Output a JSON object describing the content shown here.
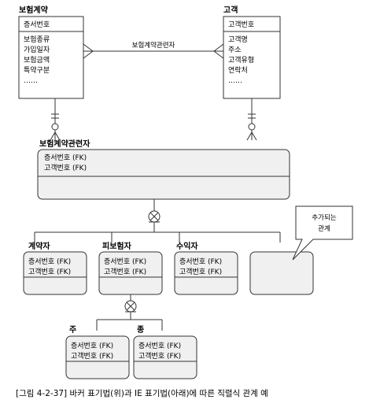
{
  "entities": {
    "policy": {
      "title": "보험계약",
      "key": "증서번호",
      "attributes": [
        "보험종류",
        "가입일자",
        "보험금액",
        "특약구분",
        "……"
      ]
    },
    "customer": {
      "title": "고객",
      "key": "고객번호",
      "attributes": [
        "고객명",
        "주소",
        "고객유형",
        "연락처",
        "……"
      ]
    },
    "relation": {
      "title": "보험계약관련자",
      "attributes": [
        "증서번호 (FK)",
        "고객번호 (FK)"
      ]
    }
  },
  "relationship_label": "보험계약관련자",
  "subtypes": [
    {
      "id": "contractor",
      "title": "계약자",
      "attributes": [
        "증서번호 (FK)",
        "고객번호 (FK)"
      ]
    },
    {
      "id": "insured",
      "title": "피보험자",
      "attributes": [
        "증서번호 (FK)",
        "고객번호 (FK)"
      ]
    },
    {
      "id": "beneficiary",
      "title": "수익자",
      "attributes": [
        "증서번호 (FK)",
        "고객번호 (FK)"
      ]
    }
  ],
  "sub_subtypes": [
    {
      "id": "primary",
      "title": "주",
      "attributes": [
        "증서번호 (FK)",
        "고객번호 (FK)"
      ]
    },
    {
      "id": "secondary",
      "title": "종",
      "attributes": [
        "증서번호 (FK)",
        "고객번호 (FK)"
      ]
    }
  ],
  "callout": {
    "line1": "추가되는",
    "line2": "관계"
  },
  "caption": "[그림 4-2-37] 바커 표기법(위)과 IE 표기법(아래)에 따른 직렬식 관계 예"
}
